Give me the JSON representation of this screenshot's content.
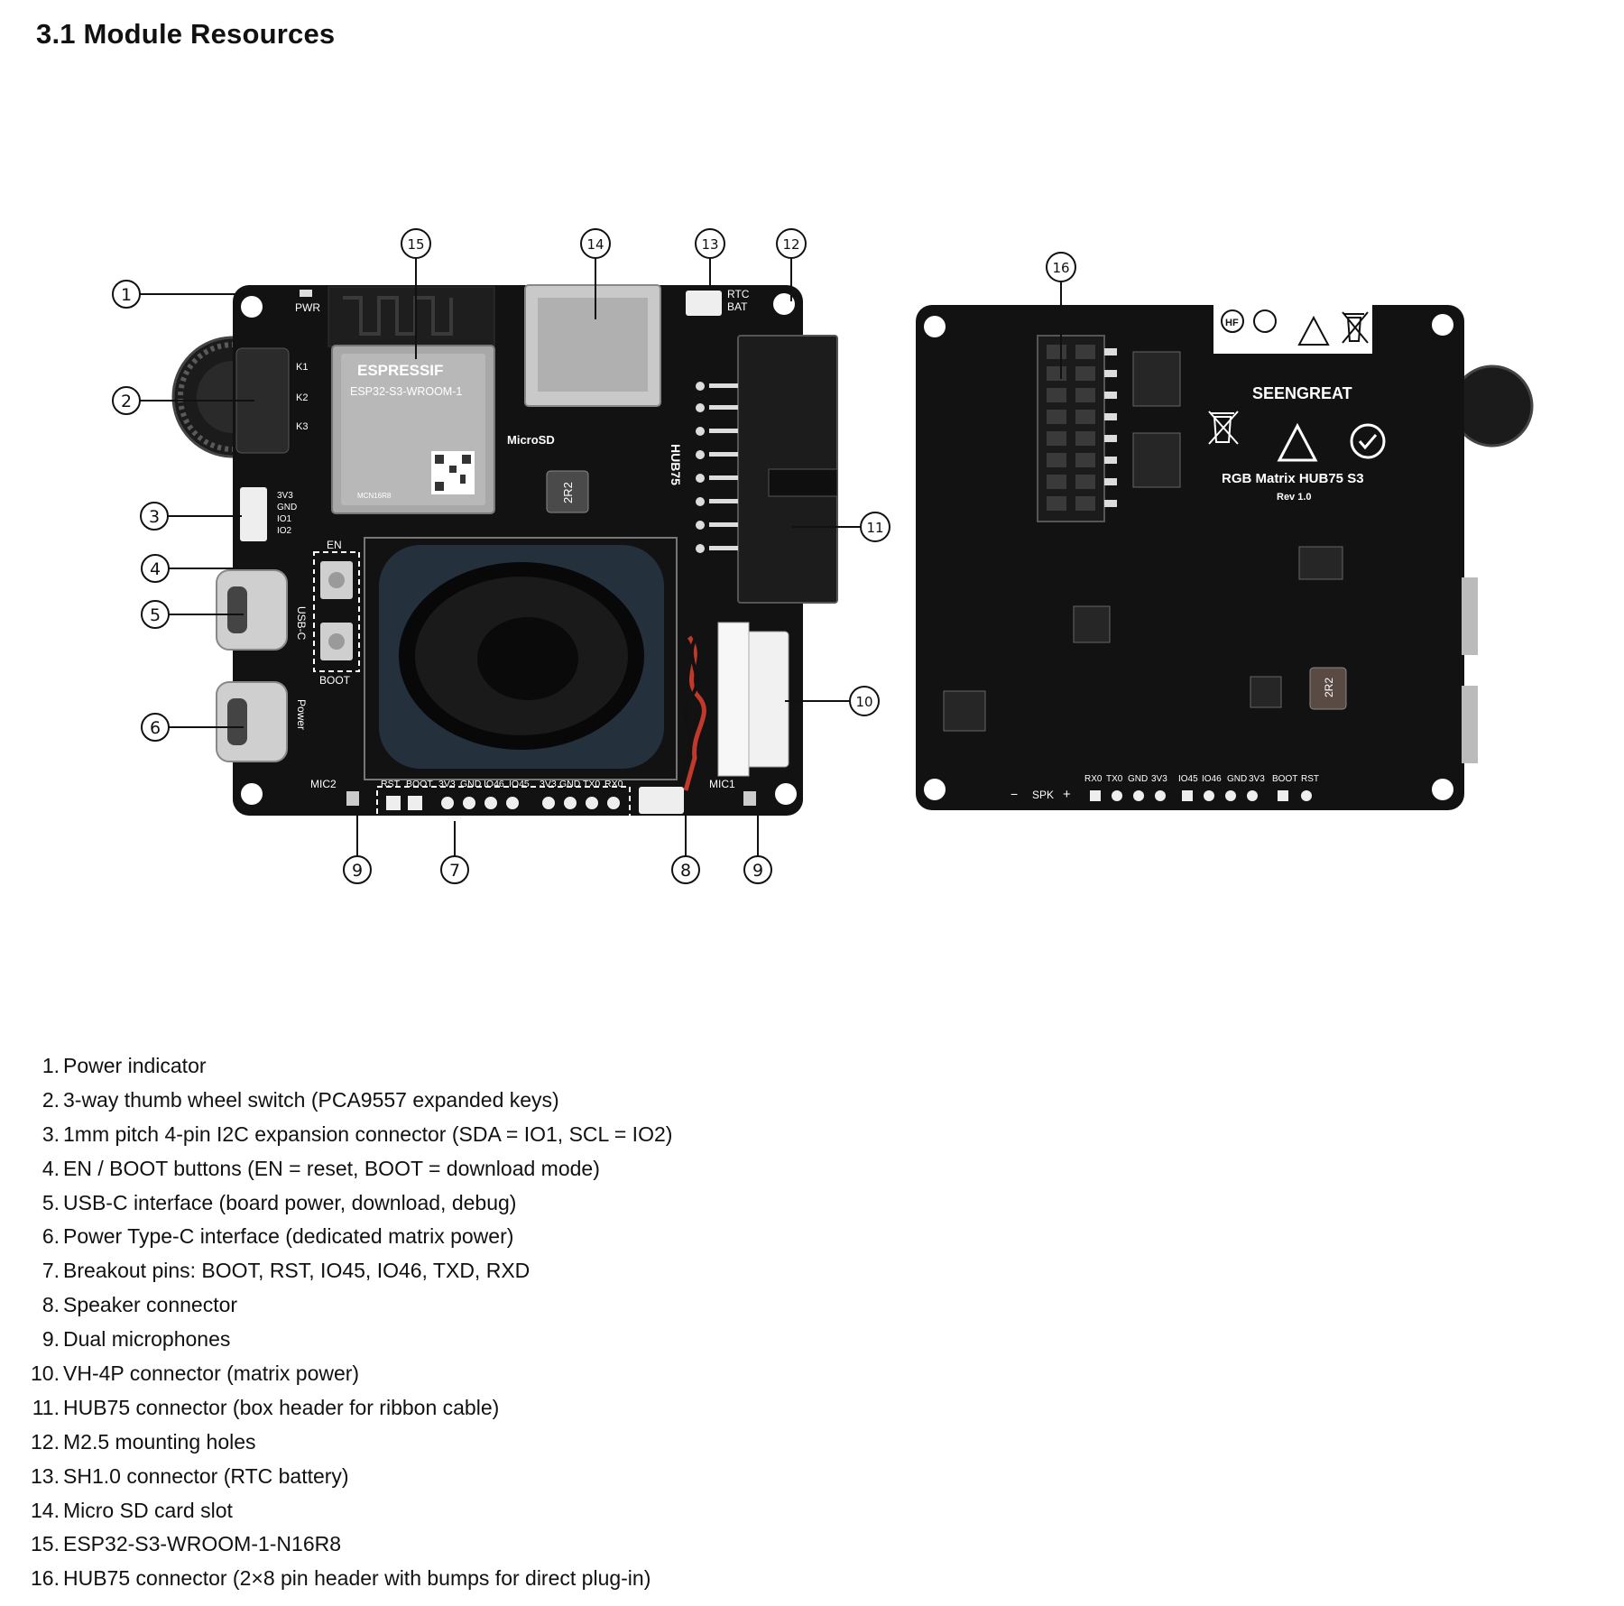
{
  "heading": "3.1 Module Resources",
  "figure": {
    "callouts": [
      "1",
      "2",
      "3",
      "4",
      "5",
      "6",
      "7",
      "8",
      "9",
      "10",
      "11",
      "12",
      "13",
      "14",
      "15",
      "16"
    ],
    "front_labels": {
      "pwr": "PWR",
      "k1": "K1",
      "k2": "K2",
      "k3": "K3",
      "i2c_pins": [
        "3V3",
        "GND",
        "IO1",
        "IO2"
      ],
      "en": "EN",
      "usbc": "USB-C",
      "boot": "BOOT",
      "power": "Power",
      "mic2": "MIC2",
      "mic1": "MIC1",
      "microsd": "MicroSD",
      "hub75": "HUB75",
      "rtc": "RTC",
      "bat": "BAT",
      "inductor": "2R2",
      "module_brand": "ESPRESSIF",
      "module_name": "ESP32-S3-WROOM-1",
      "module_code": "MCN16R8",
      "header_pins": [
        "RST",
        "BOOT",
        "3V3",
        "GND",
        "IO46",
        "IO45",
        "3V3",
        "GND",
        "TX0",
        "RX0"
      ]
    },
    "back_labels": {
      "brand": "SEENGREAT",
      "product": "RGB Matrix HUB75 S3",
      "rev": "Rev 1.0",
      "spk": "SPK",
      "minus": "−",
      "plus": "+",
      "pins": [
        "RX0",
        "TX0",
        "GND",
        "3V3",
        "IO45",
        "IO46",
        "GND",
        "3V3",
        "BOOT",
        "RST"
      ],
      "hf": "HF",
      "inductor": "2R2"
    }
  },
  "items": [
    {
      "num": "1.",
      "text": "Power indicator"
    },
    {
      "num": "2.",
      "text": "3-way thumb wheel switch (PCA9557 expanded keys)"
    },
    {
      "num": "3.",
      "text": "1mm pitch 4-pin I2C expansion connector (SDA = IO1, SCL = IO2)"
    },
    {
      "num": "4.",
      "text": "EN / BOOT buttons (EN = reset, BOOT = download mode)"
    },
    {
      "num": "5.",
      "text": "USB-C interface (board power, download, debug)"
    },
    {
      "num": "6.",
      "text": "Power Type-C interface (dedicated matrix power)"
    },
    {
      "num": "7.",
      "text": "Breakout pins: BOOT, RST, IO45, IO46, TXD, RXD"
    },
    {
      "num": "8.",
      "text": "Speaker connector"
    },
    {
      "num": "9.",
      "text": "Dual microphones"
    },
    {
      "num": "10.",
      "text": "VH-4P connector (matrix power)"
    },
    {
      "num": "11.",
      "text": "HUB75 connector (box header for ribbon cable)"
    },
    {
      "num": "12.",
      "text": "M2.5 mounting holes"
    },
    {
      "num": "13.",
      "text": "SH1.0 connector (RTC battery)"
    },
    {
      "num": "14.",
      "text": "Micro SD card slot"
    },
    {
      "num": "15.",
      "text": "ESP32-S3-WROOM-1-N16R8"
    },
    {
      "num": "16.",
      "text": "HUB75 connector (2×8 pin header with bumps for direct plug-in)"
    }
  ]
}
